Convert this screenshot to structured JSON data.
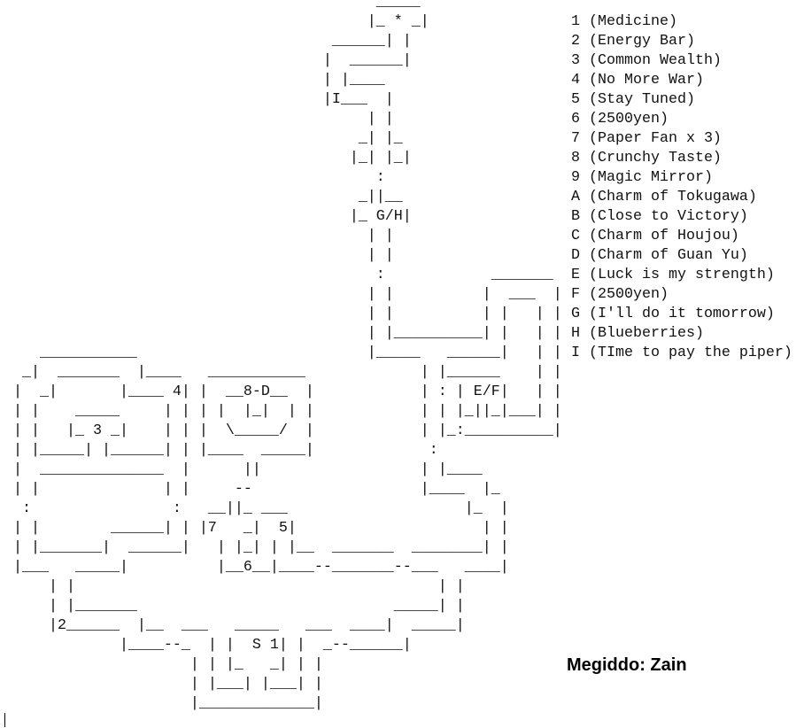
{
  "map": {
    "lines": [
      "                                          _____",
      "                                         |_ * _|",
      "                                     ______| |",
      "                                    |  ______|",
      "                                    | |____",
      "                                    |I___  |",
      "                                         | |",
      "                                        _| |_",
      "                                       |_| |_|",
      "                                          :",
      "                                        _||__",
      "                                       |_ G/H|",
      "                                         | |",
      "                                         | |",
      "                                          :            _______",
      "                                         | |          |  ___  |",
      "                                         | |          | |   | |",
      "                                         | |__________| |   | |",
      "    ___________                          |_____   ______|   | |",
      "  _|  _______  |____   ___________             | |______    | |",
      " |  _|       |____ 4| |  __8-D__  |            | : | E/F|   | |",
      " | |    _____     | | | |  |_|  | |            | | |_||_|___| |",
      " | |   |_ 3 _|    | | |  \\_____/  |            | |_:__________|",
      " | |_____| |______| | |____  _____|             :",
      " |  ______________  |      ||                  | |____",
      " | |              | |     --                   |____  |_",
      "  :                :   __||_ ___                    |_  |",
      " | |        ______| | |7   _|  5|                     | |",
      " | |_______|  ______|   | |_| | |__  _______  ________| |",
      " |___   _____|          |__6__|____--_______--___   ____|",
      "     | |                                         | |",
      "     | |_______                             _____| |",
      "     |2______  |__  ___   _____   ___  ____|  _____|",
      "             |____--_  | |  S 1| |  _--______|",
      "                     | | |_   _| | |",
      "                     | |___| |___| |",
      "                     |_____________|"
    ]
  },
  "legend": [
    {
      "key": "1",
      "label": "(Medicine)"
    },
    {
      "key": "2",
      "label": "(Energy Bar)"
    },
    {
      "key": "3",
      "label": "(Common Wealth)"
    },
    {
      "key": "4",
      "label": "(No More War)"
    },
    {
      "key": "5",
      "label": "(Stay Tuned)"
    },
    {
      "key": "6",
      "label": "(2500yen)"
    },
    {
      "key": "7",
      "label": "(Paper Fan x 3)"
    },
    {
      "key": "8",
      "label": "(Crunchy Taste)"
    },
    {
      "key": "9",
      "label": "(Magic Mirror)"
    },
    {
      "key": "A",
      "label": "(Charm of Tokugawa)"
    },
    {
      "key": "B",
      "label": "(Close to Victory)"
    },
    {
      "key": "C",
      "label": "(Charm of Houjou)"
    },
    {
      "key": "D",
      "label": "(Charm of Guan Yu)"
    },
    {
      "key": "E",
      "label": "(Luck is my strength)"
    },
    {
      "key": "F",
      "label": "(2500yen)"
    },
    {
      "key": "G",
      "label": "(I'll do it tomorrow)"
    },
    {
      "key": "H",
      "label": "(Blueberries)"
    },
    {
      "key": "I",
      "label": "(TIme to pay the piper)"
    }
  ],
  "title": "Megiddo: Zain"
}
